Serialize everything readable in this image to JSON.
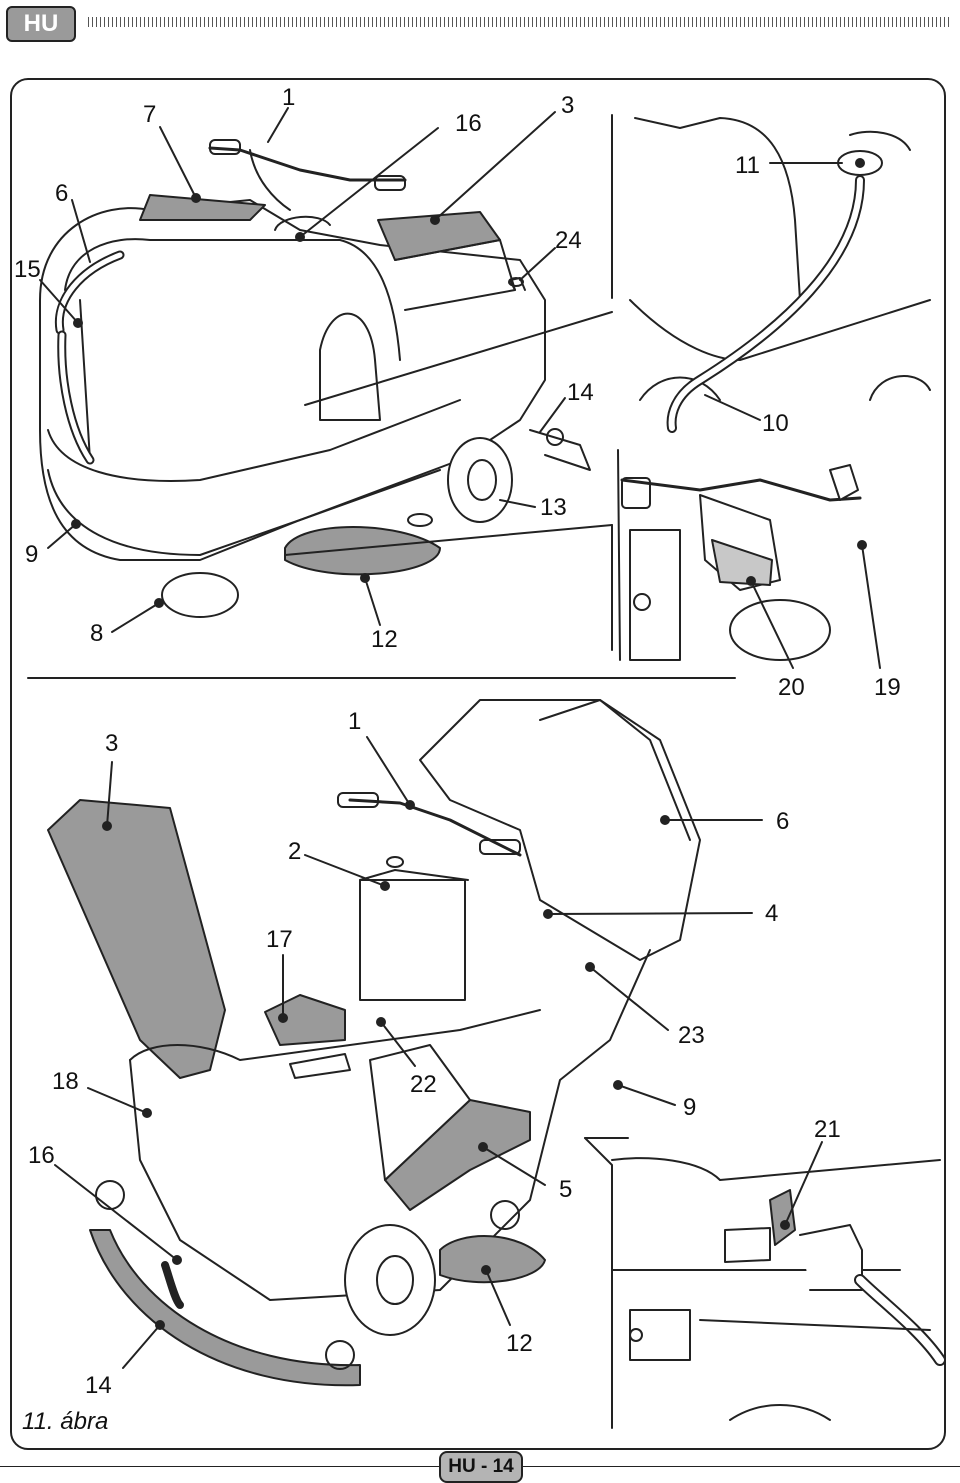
{
  "language_badge": "HU",
  "figure_caption": "11. ábra",
  "page_number": "HU - 14",
  "labels": {
    "l1_top": "1",
    "l3_top": "3",
    "l6_top": "6",
    "l7": "7",
    "l8": "8",
    "l9_top": "9",
    "l10": "10",
    "l11": "11",
    "l12_top": "12",
    "l13": "13",
    "l14_top": "14",
    "l15": "15",
    "l16_top": "16",
    "l19": "19",
    "l20": "20",
    "l24": "24",
    "l1_bot": "1",
    "l2": "2",
    "l3_bot": "3",
    "l4": "4",
    "l5": "5",
    "l6_bot": "6",
    "l9_bot": "9",
    "l12_bot": "12",
    "l14_bot": "14",
    "l16_bot": "16",
    "l17": "17",
    "l18": "18",
    "l21": "21",
    "l22": "22",
    "l23": "23"
  },
  "colors": {
    "panel_fill": "#9a9a9a",
    "line": "#222222",
    "shade": "#c8c8c8"
  }
}
